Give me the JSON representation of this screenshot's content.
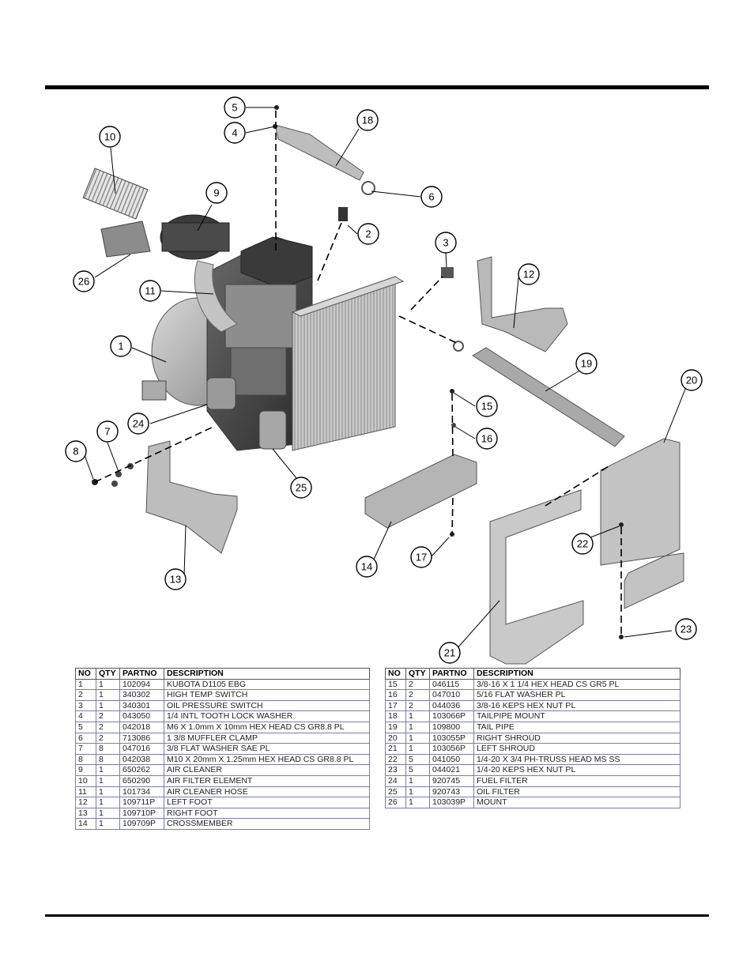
{
  "callouts": [
    "1",
    "2",
    "3",
    "4",
    "5",
    "6",
    "7",
    "8",
    "9",
    "10",
    "11",
    "12",
    "13",
    "14",
    "15",
    "16",
    "17",
    "18",
    "19",
    "20",
    "21",
    "22",
    "23",
    "24",
    "25",
    "26"
  ],
  "table_headers": {
    "no": "NO",
    "qty": "QTY",
    "partno": "PARTNO",
    "description": "DESCRIPTION"
  },
  "parts_left": [
    {
      "no": "1",
      "qty": "1",
      "partno": "102094",
      "desc": "KUBOTA D1105 EBG"
    },
    {
      "no": "2",
      "qty": "1",
      "partno": "340302",
      "desc": "HIGH TEMP SWITCH"
    },
    {
      "no": "3",
      "qty": "1",
      "partno": "340301",
      "desc": "OIL PRESSURE SWITCH"
    },
    {
      "no": "4",
      "qty": "2",
      "partno": "043050",
      "desc": "1/4 INTL TOOTH LOCK WASHER"
    },
    {
      "no": "5",
      "qty": "2",
      "partno": "042018",
      "desc": "M6 X 1.0mm X 10mm HEX HEAD CS GR8.8 PL"
    },
    {
      "no": "6",
      "qty": "2",
      "partno": "713086",
      "desc": "1 3/8 MUFFLER CLAMP"
    },
    {
      "no": "7",
      "qty": "8",
      "partno": "047016",
      "desc": "3/8 FLAT WASHER SAE PL"
    },
    {
      "no": "8",
      "qty": "8",
      "partno": "042038",
      "desc": "M10 X 20mm X 1.25mm HEX HEAD CS GR8.8 PL"
    },
    {
      "no": "9",
      "qty": "1",
      "partno": "650262",
      "desc": "AIR CLEANER"
    },
    {
      "no": "10",
      "qty": "1",
      "partno": "650290",
      "desc": "AIR FILTER ELEMENT"
    },
    {
      "no": "11",
      "qty": "1",
      "partno": "101734",
      "desc": "AIR CLEANER HOSE"
    },
    {
      "no": "12",
      "qty": "1",
      "partno": "109711P",
      "desc": "LEFT FOOT"
    },
    {
      "no": "13",
      "qty": "1",
      "partno": "109710P",
      "desc": "RIGHT FOOT"
    },
    {
      "no": "14",
      "qty": "1",
      "partno": "109709P",
      "desc": "CROSSMEMBER"
    }
  ],
  "parts_right": [
    {
      "no": "15",
      "qty": "2",
      "partno": "046115",
      "desc": "3/8-16 X 1 1/4 HEX HEAD CS GR5 PL"
    },
    {
      "no": "16",
      "qty": "2",
      "partno": "047010",
      "desc": "5/16 FLAT WASHER PL"
    },
    {
      "no": "17",
      "qty": "2",
      "partno": "044036",
      "desc": "3/8-16 KEPS HEX NUT PL"
    },
    {
      "no": "18",
      "qty": "1",
      "partno": "103066P",
      "desc": "TAILPIPE MOUNT"
    },
    {
      "no": "19",
      "qty": "1",
      "partno": "109800",
      "desc": "TAIL PIPE"
    },
    {
      "no": "20",
      "qty": "1",
      "partno": "103055P",
      "desc": "RIGHT SHROUD"
    },
    {
      "no": "21",
      "qty": "1",
      "partno": "103056P",
      "desc": "LEFT SHROUD"
    },
    {
      "no": "22",
      "qty": "5",
      "partno": "041050",
      "desc": "1/4-20 X 3/4 PH-TRUSS HEAD MS SS"
    },
    {
      "no": "23",
      "qty": "5",
      "partno": "044021",
      "desc": "1/4-20 KEPS HEX NUT PL"
    },
    {
      "no": "24",
      "qty": "1",
      "partno": "920745",
      "desc": "FUEL FILTER"
    },
    {
      "no": "25",
      "qty": "1",
      "partno": "920743",
      "desc": "OIL FILTER"
    },
    {
      "no": "26",
      "qty": "1",
      "partno": "103039P",
      "desc": "MOUNT"
    }
  ]
}
